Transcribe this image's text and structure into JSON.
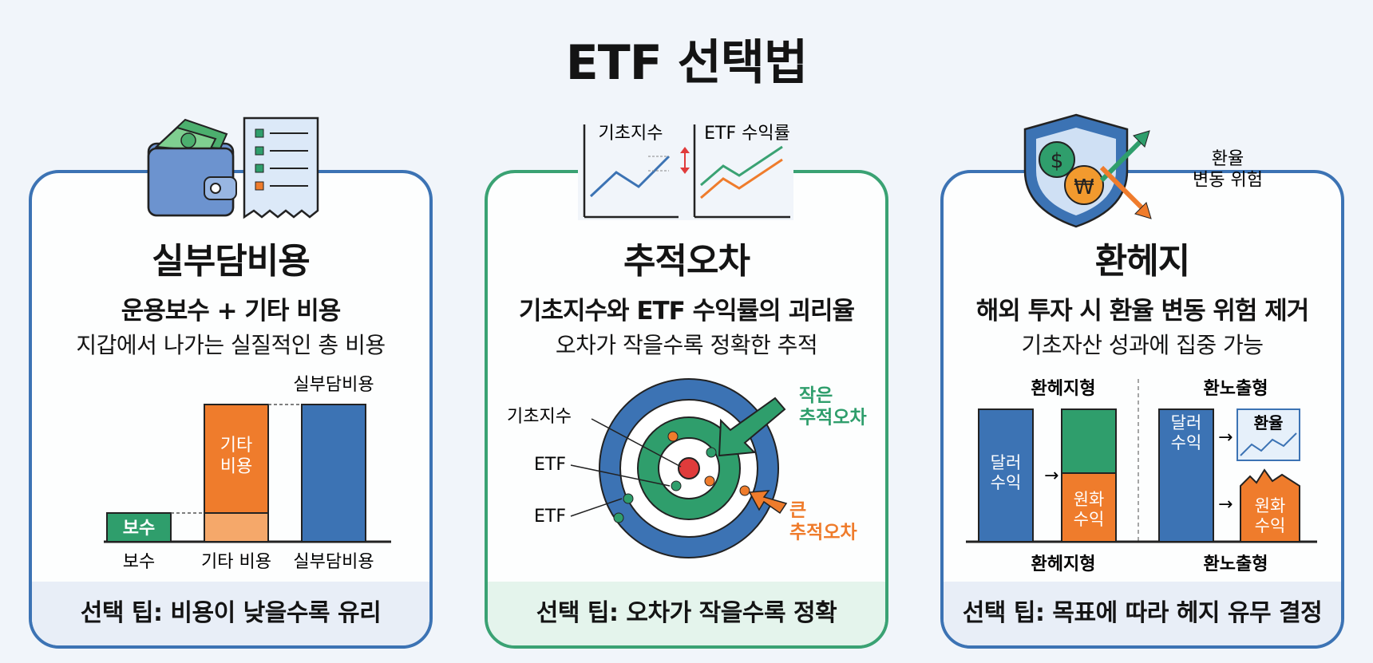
{
  "title": "ETF 선택법",
  "colors": {
    "blue": "#3c73b4",
    "green": "#3aa273",
    "orange": "#ef7c2c",
    "red": "#e03b3b"
  },
  "panels": [
    {
      "title": "실부담비용",
      "subtitle": "운용보수 + 기타 비용",
      "description": "지갑에서 나가는 실질적인 총 비용",
      "tip": "선택 팁: 비용이 낮을수록 유리",
      "icons": [
        "wallet-icon",
        "receipt-icon"
      ],
      "chart": {
        "top_label": "실부담비용",
        "bars": [
          {
            "inner_label": "보수",
            "axis_label": "보수"
          },
          {
            "inner_label": "기타\n비용",
            "axis_label": "기타 비용"
          },
          {
            "inner_label": "",
            "axis_label": "실부담비용"
          }
        ]
      }
    },
    {
      "title": "추적오차",
      "subtitle": "기초지수와 ETF 수익률의 괴리율",
      "description": "오차가 작을수록 정확한 추적",
      "tip": "선택 팁: 오차가 작을수록 정확",
      "icons": [
        "line-chart-icon",
        "line-chart-icon"
      ],
      "mini_charts": [
        "기초지수",
        "ETF 수익률"
      ],
      "target": {
        "labels": [
          "기초지수",
          "ETF",
          "ETF"
        ],
        "small_error": "작은\n추적오차",
        "large_error": "큰\n추적오차"
      }
    },
    {
      "title": "환헤지",
      "subtitle": "해외 투자 시 환율 변동 위험 제거",
      "description": "기초자산 성과에 집중 가능",
      "tip": "선택 팁: 목표에 따라 헤지 유무 결정",
      "icons": [
        "shield-icon",
        "dollar-coin-icon",
        "won-coin-icon"
      ],
      "fx_risk_label": "환율\n변동 위험",
      "hedged": {
        "header": "환헤지형",
        "footer": "환헤지형",
        "dollar_label": "달러\n수익",
        "won_label": "원화\n수익"
      },
      "unhedged": {
        "header": "환노출형",
        "footer": "환노출형",
        "dollar_label": "달러\n수익",
        "fx_label": "환율",
        "won_label": "원화\n수익"
      }
    }
  ]
}
